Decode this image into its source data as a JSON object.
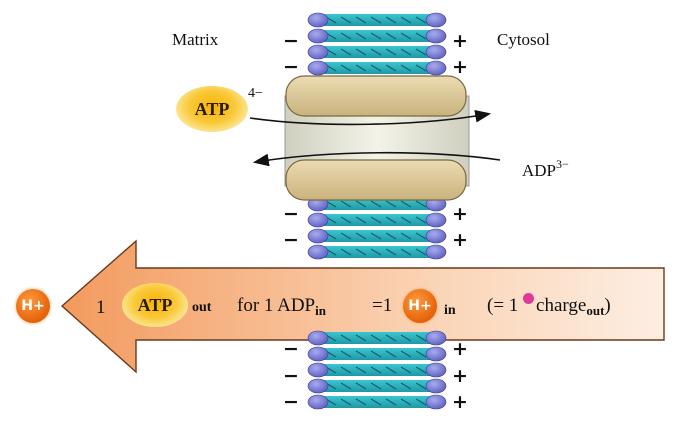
{
  "regions": {
    "left": "Matrix",
    "right": "Cytosol"
  },
  "atp_top": {
    "label": "ATP",
    "charge": "4−"
  },
  "adp_right": {
    "label": "ADP",
    "charge": "3−"
  },
  "equation": {
    "h_plus": "H+",
    "count_atp": "1",
    "atp": "ATP",
    "atp_sub": "out",
    "for_text": "for 1 ADP",
    "adp_sub": "in",
    "equals": "=1",
    "h_plus_mid": "H+",
    "h_sub": "in",
    "paren_open": "(= 1",
    "charge_word": "charge",
    "charge_sub": "out",
    "paren_close": ")"
  },
  "signs": {
    "minus": "−",
    "plus": "+"
  },
  "colors": {
    "lipid_head": "#7d7fd4",
    "lipid_tail": "#2bb3c0",
    "transporter": "#dcc99a",
    "arrow_fill": "#f6a46b",
    "h_plus": "#e4620a",
    "atp_glow": "#f7b400",
    "negative_charge": "#e0389a"
  }
}
